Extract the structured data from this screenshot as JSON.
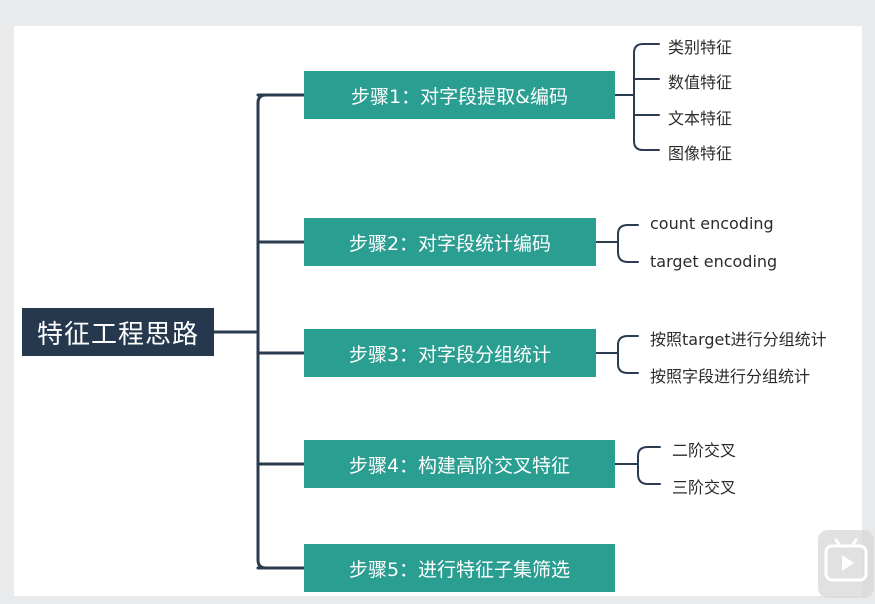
{
  "root": {
    "label": "特征工程思路"
  },
  "steps": [
    {
      "label": "步骤1：对字段提取&编码",
      "leaves": [
        "类别特征",
        "数值特征",
        "文本特征",
        "图像特征"
      ]
    },
    {
      "label": "步骤2：对字段统计编码",
      "leaves": [
        "count encoding",
        "target encoding"
      ]
    },
    {
      "label": "步骤3：对字段分组统计",
      "leaves": [
        "按照target进行分组统计",
        "按照字段进行分组统计"
      ]
    },
    {
      "label": "步骤4：构建高阶交叉特征",
      "leaves": [
        "二阶交叉",
        "三阶交叉"
      ]
    },
    {
      "label": "步骤5：进行特征子集筛选",
      "leaves": []
    }
  ],
  "colors": {
    "root_bg": "#26384d",
    "step_bg": "#2a9e91",
    "connector": "#2b3c50",
    "text": "#2b2b2b"
  },
  "icons": {
    "overlay": "play-icon"
  }
}
